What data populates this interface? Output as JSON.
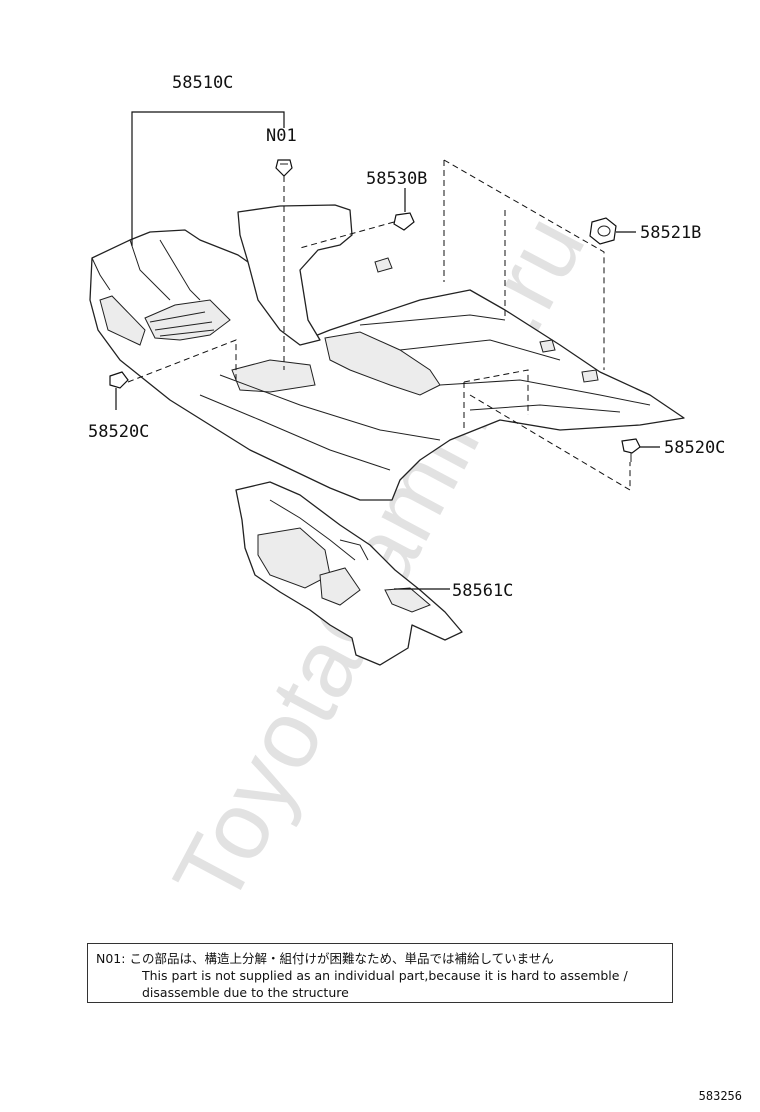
{
  "parts": {
    "floor_carpet": "58510C",
    "note_ref": "N01",
    "clip_b": "58530B",
    "hook": "58521B",
    "clip_left": "58520C",
    "clip_right": "58520C",
    "rear_carpet": "58561C"
  },
  "note": {
    "jp": "N01: この部品は、構造上分解・組付けが困難なため、単品では補給していません",
    "en_line1": "This part is not supplied as an individual part,because it is hard to assemble /",
    "en_line2": "disassemble due to the structure"
  },
  "figure_number": "583256",
  "watermark": "ToyotaCamline.ru"
}
